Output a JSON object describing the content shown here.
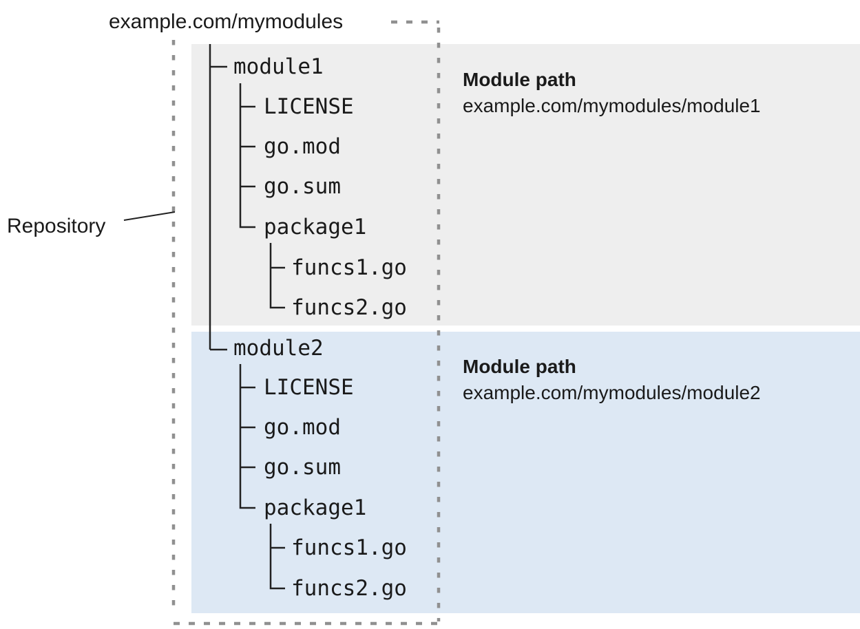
{
  "colors": {
    "module1_bg": "#eeeeee",
    "module2_bg": "#dde8f4",
    "dotted_border": "#909090",
    "line": "#212121",
    "text": "#1a1a1a"
  },
  "repository": {
    "label": "Repository",
    "root_path": "example.com/mymodules"
  },
  "modules": [
    {
      "name": "module1",
      "files": [
        "LICENSE",
        "go.mod",
        "go.sum",
        "package1"
      ],
      "package_files": [
        "funcs1.go",
        "funcs2.go"
      ],
      "panel_title": "Module path",
      "panel_path": "example.com/mymodules/module1"
    },
    {
      "name": "module2",
      "files": [
        "LICENSE",
        "go.mod",
        "go.sum",
        "package1"
      ],
      "package_files": [
        "funcs1.go",
        "funcs2.go"
      ],
      "panel_title": "Module path",
      "panel_path": "example.com/mymodules/module2"
    }
  ]
}
